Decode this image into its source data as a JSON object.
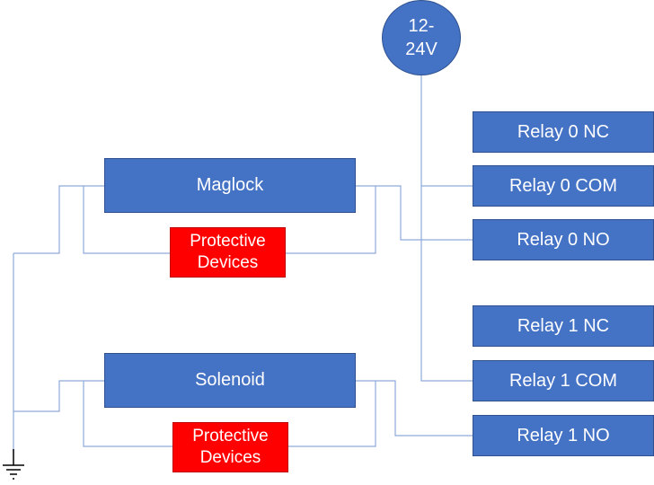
{
  "power_source": {
    "line1": "12-",
    "line2": "24V"
  },
  "loads": {
    "maglock": "Maglock",
    "solenoid": "Solenoid",
    "protective_1": {
      "line1": "Protective",
      "line2": "Devices"
    },
    "protective_2": {
      "line1": "Protective",
      "line2": "Devices"
    }
  },
  "relays": {
    "r0_nc": "Relay 0 NC",
    "r0_com": "Relay 0 COM",
    "r0_no": "Relay 0 NO",
    "r1_nc": "Relay 1 NC",
    "r1_com": "Relay 1 COM",
    "r1_no": "Relay 1 NO"
  },
  "colors": {
    "box_fill": "#4472c4",
    "box_border": "#2f528f",
    "protective_fill": "#ff0000",
    "wire": "#8eaadb",
    "ground": "#000000"
  }
}
